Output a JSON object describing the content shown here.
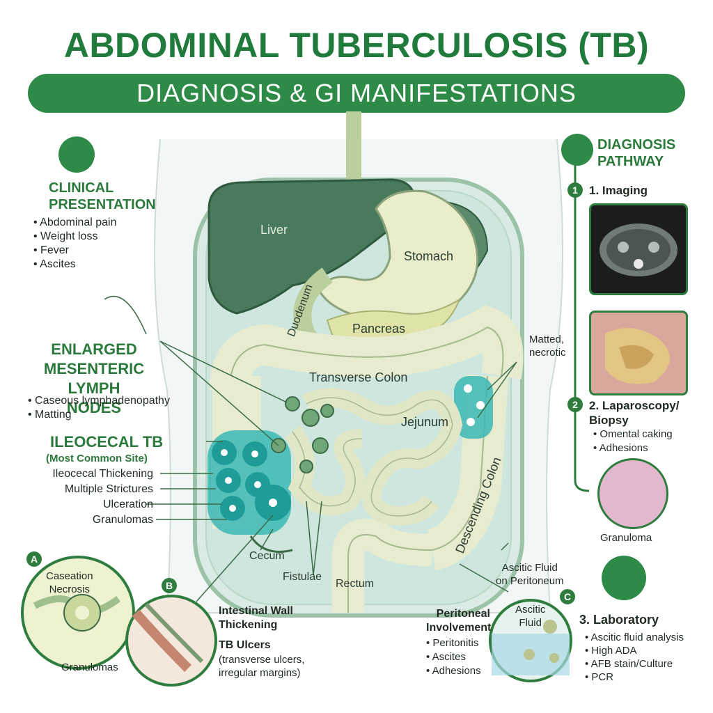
{
  "title": "ABDOMINAL TUBERCULOSIS (TB)",
  "subtitle": "DIAGNOSIS & GI MANIFESTATIONS",
  "clinical": {
    "heading": [
      "CLINICAL",
      "PRESENTATION"
    ],
    "items": [
      "Abdominal pain",
      "Weight loss",
      "Fever",
      "Ascites"
    ]
  },
  "mesenteric": {
    "heading": [
      "ENLARGED",
      "MESENTERIC",
      "LYMPH NODES"
    ],
    "items": [
      "Caseous lymphadenopathy",
      "Matting"
    ]
  },
  "ileocecal": {
    "heading": "ILEOCECAL TB",
    "subheading": "(Most Common Site)",
    "features": [
      "Ileocecal Thickening",
      "Multiple Strictures",
      "Ulceration",
      "Granulomas"
    ]
  },
  "anatomy": {
    "liver": "Liver",
    "stomach": "Stomach",
    "duodenum": "Duodenum",
    "pancreas": "Pancreas",
    "transverse_colon": "Transverse Colon",
    "jejunum": "Jejunum",
    "descending_colon": "Descending Colon",
    "cecum": "Cecum",
    "fistulae": "Fistulae",
    "rectum": "Rectum",
    "matted_nodes": [
      "Matted,",
      "necrotic"
    ],
    "ascitic_fluid_peritoneum": [
      "Ascitic Fluid",
      "on Peritoneum"
    ]
  },
  "inset_a": {
    "letter": "A",
    "labels": [
      "Caseation",
      "Necrosis"
    ],
    "bottom_label": "Granulomas"
  },
  "inset_b": {
    "letter": "B",
    "wall_heading": [
      "Intestinal Wall",
      "Thickening"
    ],
    "ulcer_heading": "TB Ulcers",
    "ulcer_desc": [
      "(transverse ulcers,",
      "irregular margins)"
    ]
  },
  "inset_c": {
    "letter": "C",
    "fluid_label": [
      "Ascitic",
      "Fluid"
    ],
    "heading": [
      "Peritoneal",
      "Involvement"
    ],
    "items": [
      "Peritonitis",
      "Ascites",
      "Adhesions"
    ]
  },
  "pathway": {
    "heading": [
      "DIAGNOSIS",
      "PATHWAY"
    ],
    "step1_num": "1",
    "step1": "1. Imaging",
    "step2_num": "2",
    "step2": [
      "2. Laparoscopy/",
      "Biopsy"
    ],
    "step2_items": [
      "Omental caking",
      "Adhesions"
    ],
    "granuloma_label": "Granuloma",
    "step3": "3. Laboratory",
    "step3_items": [
      "Ascitic fluid analysis",
      "High ADA",
      "AFB stain/Culture",
      "PCR"
    ]
  },
  "colors": {
    "brand_green": "#2e8b47",
    "dark_green": "#1f7a3c",
    "liver_green": "#4a7a5c",
    "bowel_cream": "#eef2d6",
    "tb_teal": "#2bb3b1"
  }
}
